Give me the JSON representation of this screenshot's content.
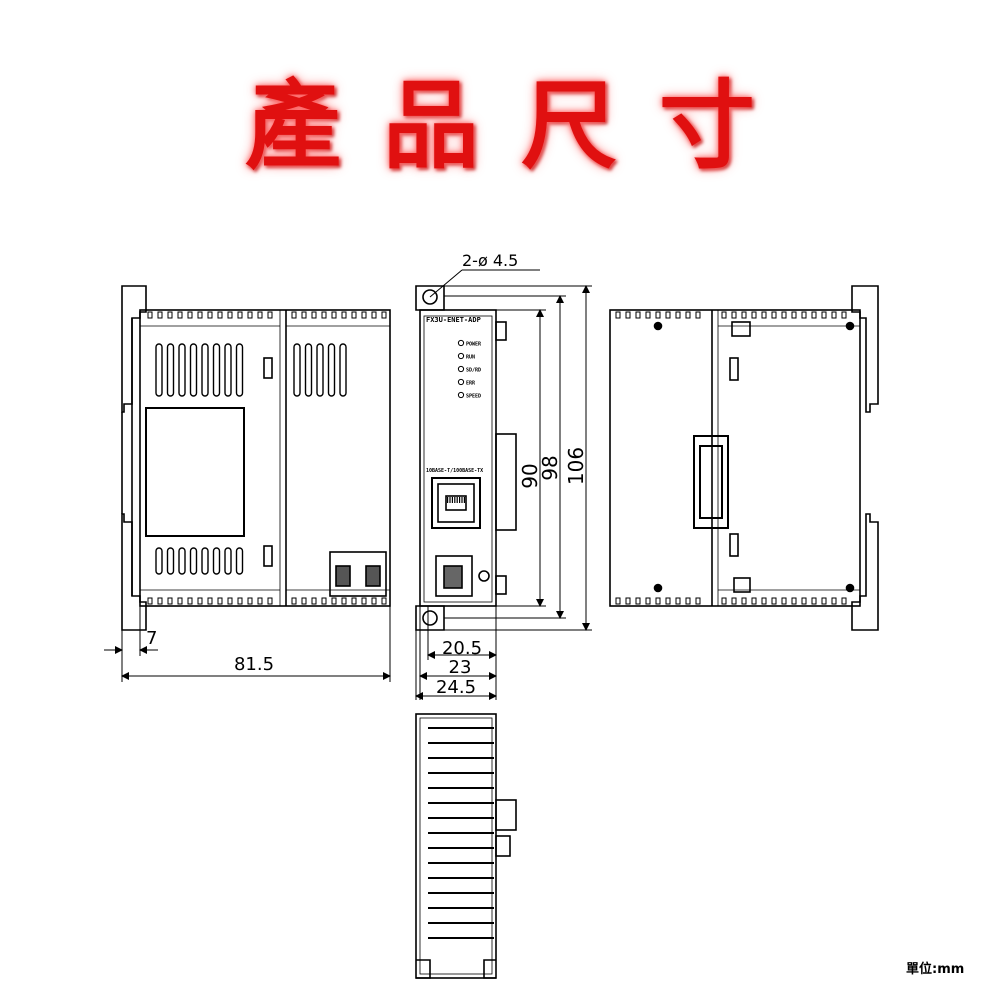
{
  "title": "產品尺寸",
  "unit_label": "單位:mm",
  "model_label": "FX3U-ENET-ADP",
  "led_labels": [
    "POWER",
    "RUN",
    "SD/RD",
    "ERR",
    "SPEED"
  ],
  "port_label": "10BASE-T/100BASE-TX",
  "dimensions": {
    "hole": "2-ø 4.5",
    "d90": "90",
    "d98": "98",
    "d106": "106",
    "d7": "7",
    "d81_5": "81.5",
    "d20_5": "20.5",
    "d23": "23",
    "d24_5": "24.5"
  }
}
